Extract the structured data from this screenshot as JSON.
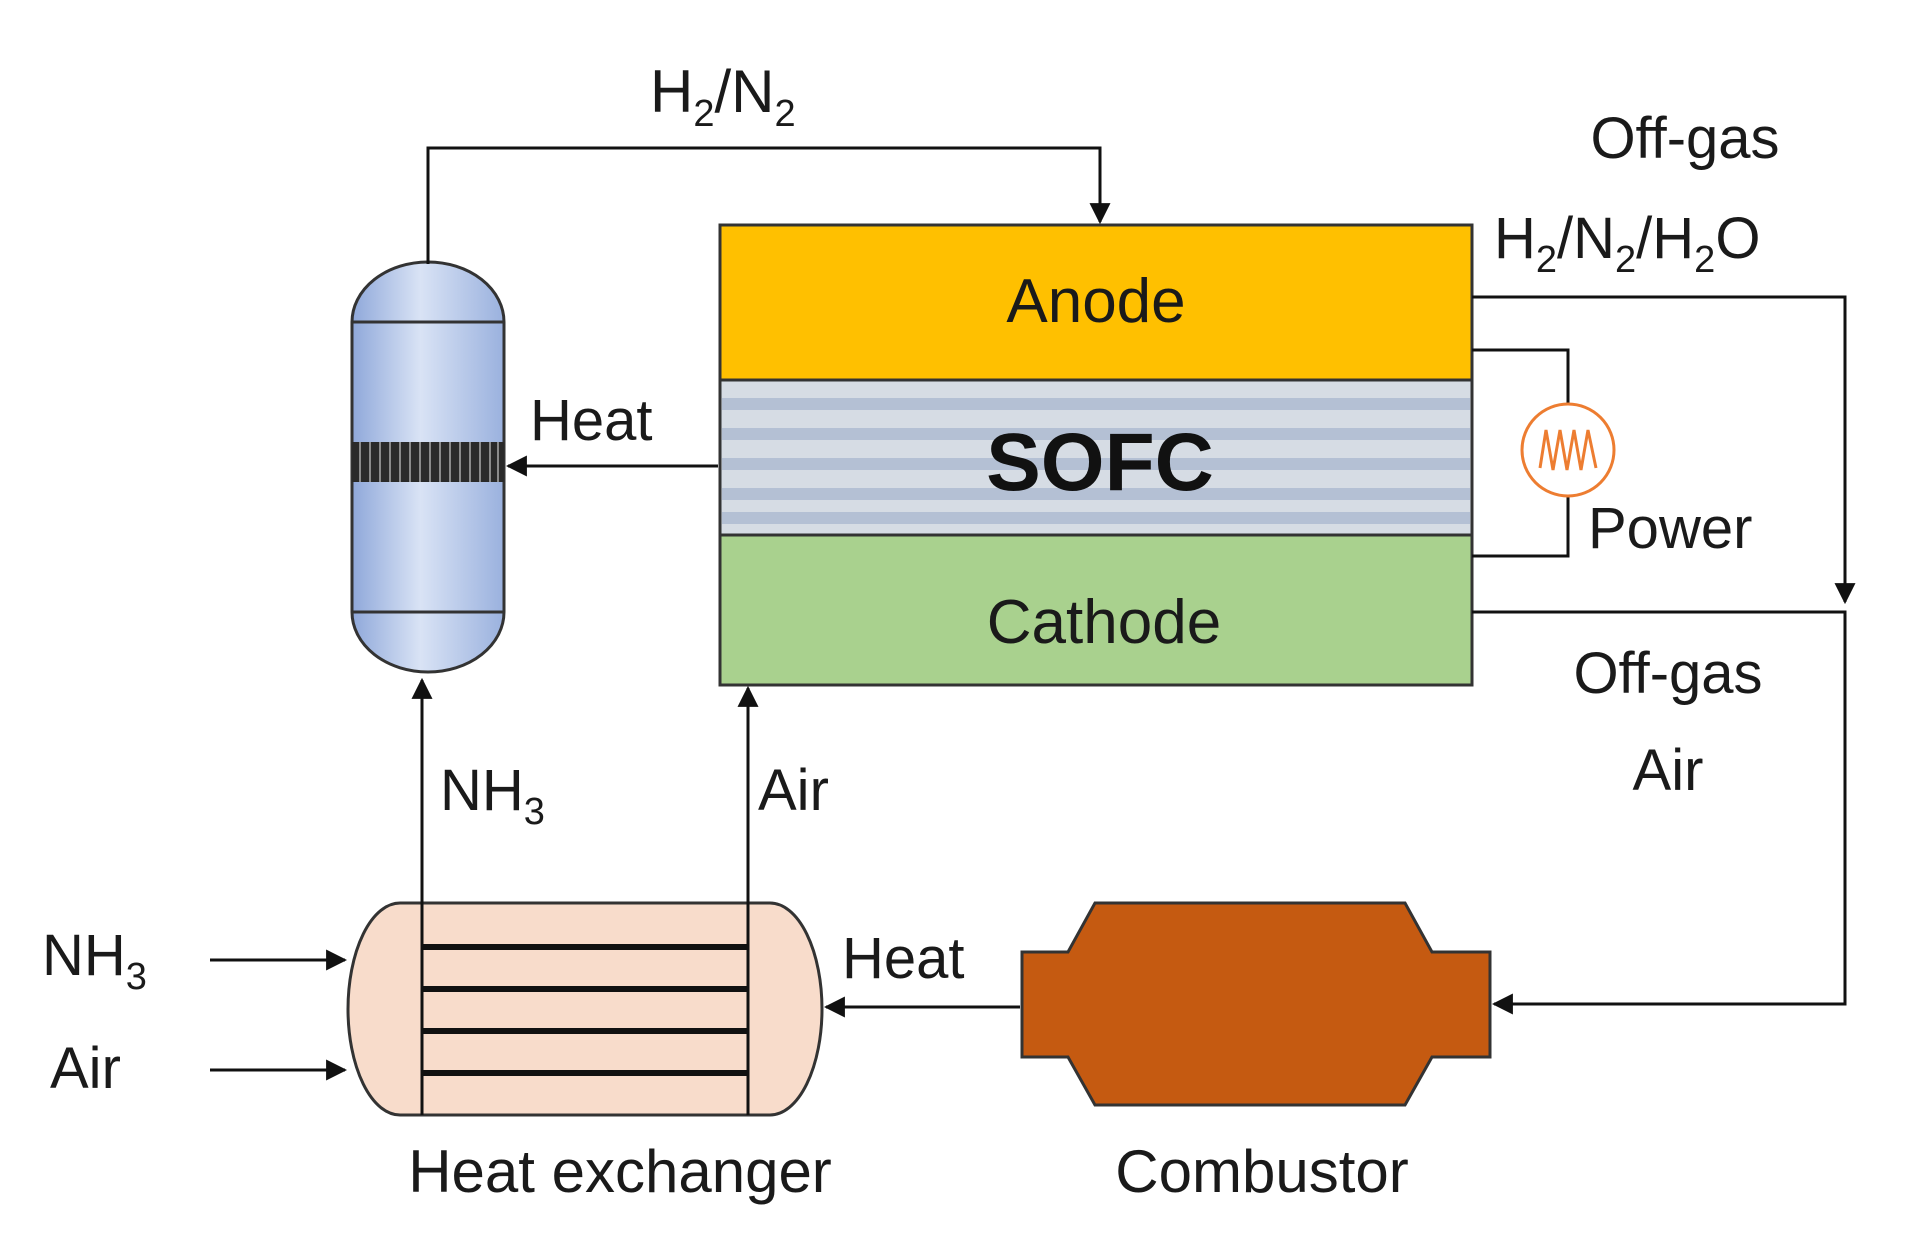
{
  "labels": {
    "top_h2_main": "H",
    "top_h2_sub": "2",
    "top_slash": "/N",
    "top_n2_sub": "2",
    "offgas_top": "Off-gas",
    "offgas_h_main": "H",
    "offgas_h_sub": "2",
    "offgas_n_main": "/N",
    "offgas_n_sub": "2",
    "offgas_h2o_main": "/H",
    "offgas_h2o_sub": "2",
    "offgas_o": "O",
    "anode": "Anode",
    "sofc": "SOFC",
    "cathode": "Cathode",
    "power": "Power",
    "heat_left": "Heat",
    "offgas_bottom_1": "Off-gas",
    "offgas_bottom_2": "Air",
    "nh3_riser_main": "NH",
    "nh3_riser_sub": "3",
    "air_riser": "Air",
    "nh3_inlet_main": "NH",
    "nh3_inlet_sub": "3",
    "air_inlet": "Air",
    "heat_bottom": "Heat",
    "heat_exchanger": "Heat exchanger",
    "combustor": "Combustor"
  },
  "colors": {
    "anode": "#FFC000",
    "electrolyte": "#D6DCE4",
    "electrolyte_stripe": "#B4C0D4",
    "cathode": "#A9D18E",
    "reactor": "#AFC3E6",
    "heat_exchanger": "#F8DCCB",
    "combustor": "#C55A11",
    "power_source": "#ED7D31",
    "line": "#111111"
  }
}
